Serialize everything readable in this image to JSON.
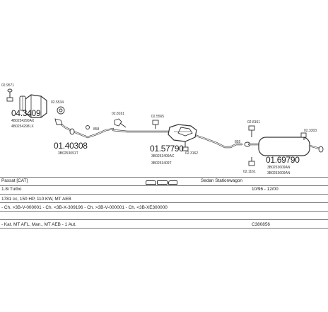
{
  "parts": {
    "clamp_top_left": "02.9571",
    "catalyst_code": "04.3409",
    "catalyst_oem_1": "4B0254290AX",
    "catalyst_oem_2": "4B0254298LX",
    "gasket_1": "02.5534",
    "front_pipe_code": "01.40308",
    "front_pipe_oem": "3B0253091T",
    "part_858": "858",
    "clamp_2": "02.8161",
    "clamp_3": "02.5565",
    "middle_code": "01.57790",
    "middle_oem_1": "3B0253409AC",
    "middle_oem_2": "3B0253409T",
    "clamp_4": "02.3162",
    "part_855": "855",
    "clamp_5": "02.8161",
    "rear_code": "01.69790",
    "rear_oem_1": "3B0253609AN",
    "rear_oem_2": "3B0253609AN",
    "clamp_6": "02.3303",
    "clamp_7": "02.1161"
  },
  "info": {
    "model": "Passat  [CAT]",
    "body": "Sedan Stationwagon",
    "engine": "1.8i Turbo",
    "years": "10/96 - 12/00",
    "spec": "1781 cc, 150 HP, 110 KW, MT AEB",
    "chassis": "- Ch. >3B-V-000001 - Ch. <3B-X-309196 - Ch. >3B-V-000001 - Ch. <3B-XE300000",
    "catalyst_line": "- Kat. MT AFL, Man., MT AEB - 1 Aut.",
    "ref": "C380856"
  },
  "colors": {
    "line": "#444444",
    "text": "#222222"
  }
}
